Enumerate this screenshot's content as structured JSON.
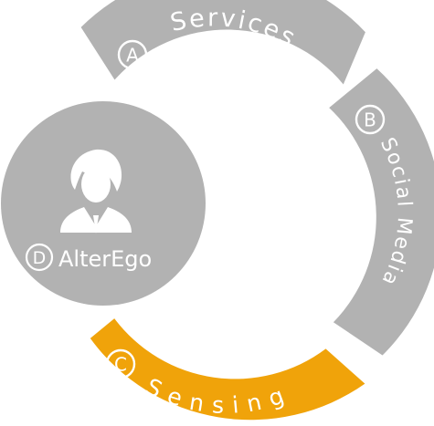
{
  "segments": [
    {
      "letter": "A",
      "label": "Services",
      "color": "#b2b2b2",
      "active": false
    },
    {
      "letter": "B",
      "label": "Social Media",
      "color": "#b2b2b2",
      "active": false
    },
    {
      "letter": "C",
      "label": "Sensing",
      "color": "#f0a30a",
      "active": true
    }
  ],
  "center": {
    "letter": "D",
    "label": "AlterEgo",
    "color": "#b2b2b2",
    "icon": "person-icon"
  }
}
